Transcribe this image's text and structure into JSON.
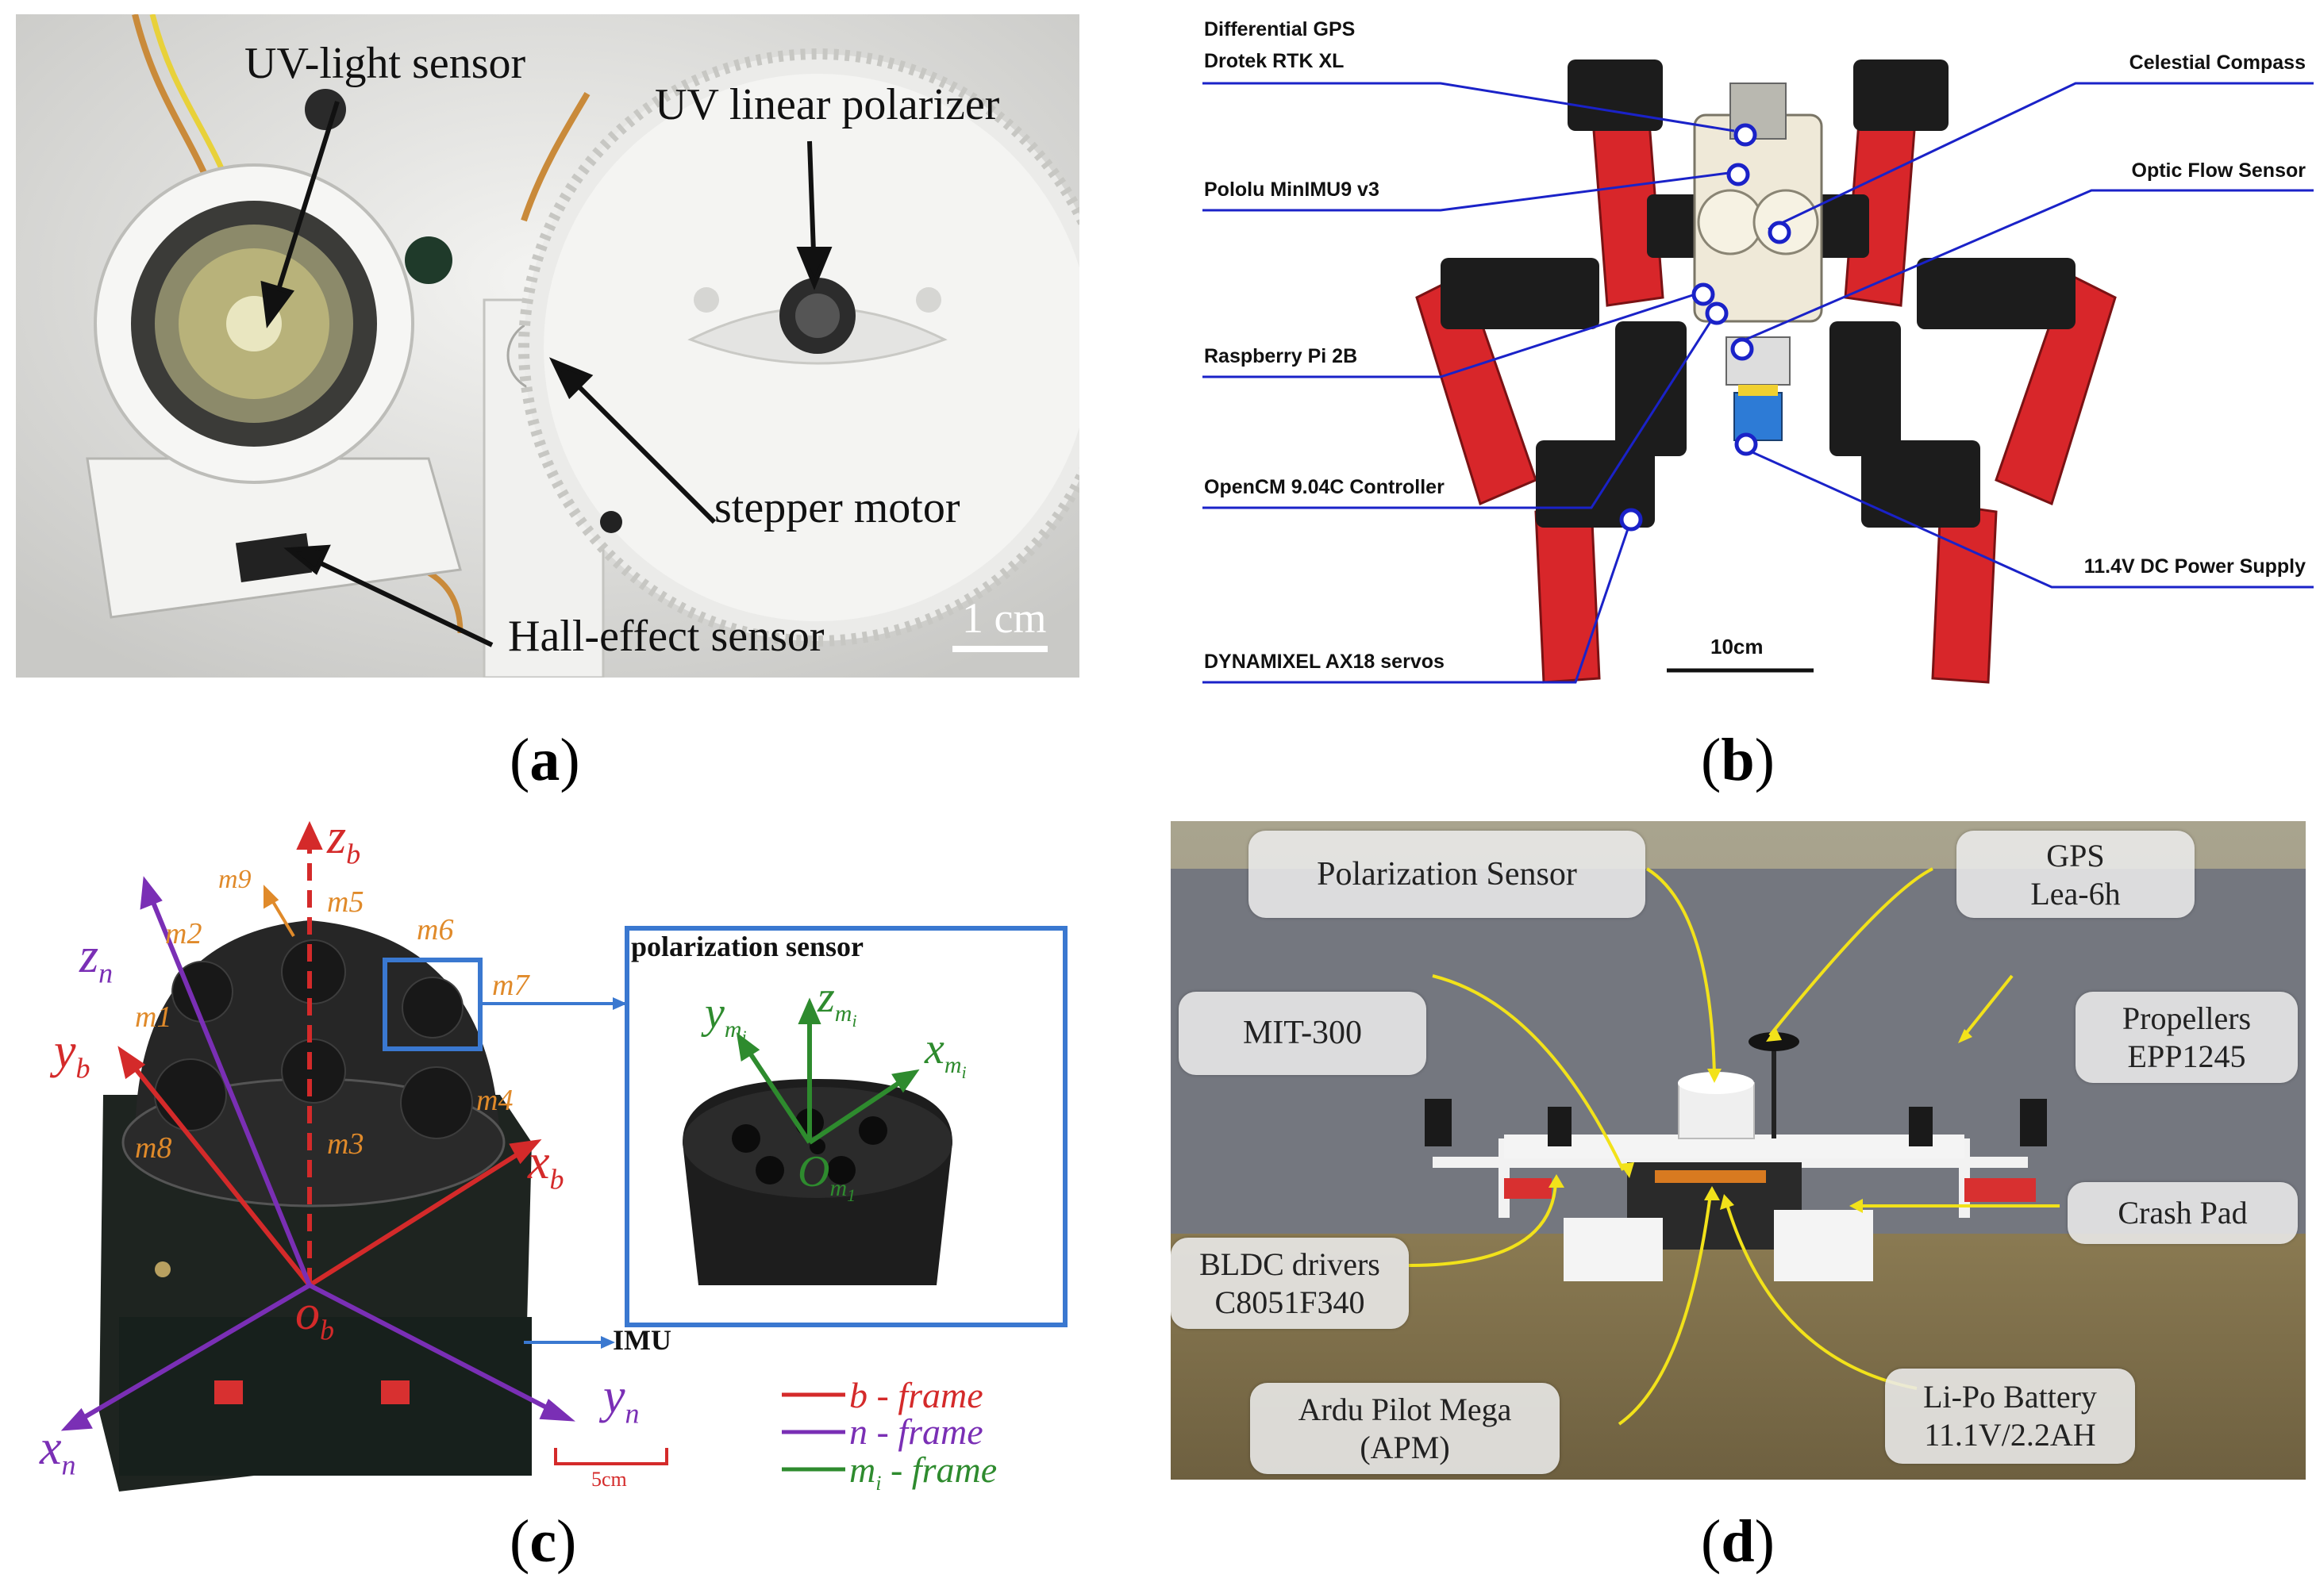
{
  "captions": {
    "a": "a",
    "b": "b",
    "c": "c",
    "d": "d"
  },
  "panel_a": {
    "labels": {
      "uv_light_sensor": "UV-light sensor",
      "uv_linear_polarizer": "UV linear polarizer",
      "stepper_motor": "stepper motor",
      "hall_effect_sensor": "Hall-effect sensor",
      "scale": "1 cm"
    }
  },
  "panel_b": {
    "labels": {
      "gps_line1": "Differential GPS",
      "gps_line2": "Drotek RTK XL",
      "imu": "Pololu MinIMU9 v3",
      "raspberry": "Raspberry Pi 2B",
      "opencm": "OpenCM 9.04C Controller",
      "dynamixel": "DYNAMIXEL AX18 servos",
      "compass": "Celestial Compass",
      "optic_flow": "Optic Flow Sensor",
      "power": "11.4V DC Power Supply",
      "scale": "10cm"
    },
    "colors": {
      "leader": "#1a22c8",
      "robot_red": "#d8262a"
    }
  },
  "panel_c": {
    "axes": {
      "zb": "z",
      "zb_sub": "b",
      "yb": "y",
      "yb_sub": "b",
      "xb": "x",
      "xb_sub": "b",
      "zn": "z",
      "zn_sub": "n",
      "yn": "y",
      "yn_sub": "n",
      "xn": "x",
      "xn_sub": "n",
      "ob": "o",
      "ob_sub": "b"
    },
    "modules": {
      "m1": "m1",
      "m2": "m2",
      "m3": "m3",
      "m4": "m4",
      "m5": "m5",
      "m6": "m6",
      "m7": "m7",
      "m8": "m8",
      "m9": "m9"
    },
    "inset": {
      "title": "polarization sensor",
      "y": "y",
      "z": "z",
      "x": "x",
      "o": "O",
      "sub": "m",
      "subsub": "i",
      "subsub_o": "1"
    },
    "imu": "IMU",
    "legend": {
      "b_frame": "b - frame",
      "n_frame": "n - frame",
      "m_frame_m": "m",
      "m_frame_i": "i",
      "m_frame_rest": " - frame"
    },
    "scale": "5cm",
    "colors": {
      "b": "#d42a2a",
      "n": "#7a2fb5",
      "m": "#2e8b2e",
      "mlabel": "#e08a2a",
      "inset_border": "#3a78d0"
    }
  },
  "panel_d": {
    "labels": {
      "polarization_sensor": "Polarization  Sensor",
      "gps_1": "GPS",
      "gps_2": "Lea-6h",
      "mit": "MIT-300",
      "propellers_1": "Propellers",
      "propellers_2": "EPP1245",
      "crash_pad": "Crash Pad",
      "bldc_1": "BLDC drivers",
      "bldc_2": "C8051F340",
      "apm_1": "Ardu Pilot Mega",
      "apm_2": "(APM)",
      "battery_1": "Li-Po Battery",
      "battery_2": "11.1V/2.2AH"
    },
    "colors": {
      "arrow": "#f2e21a"
    }
  }
}
